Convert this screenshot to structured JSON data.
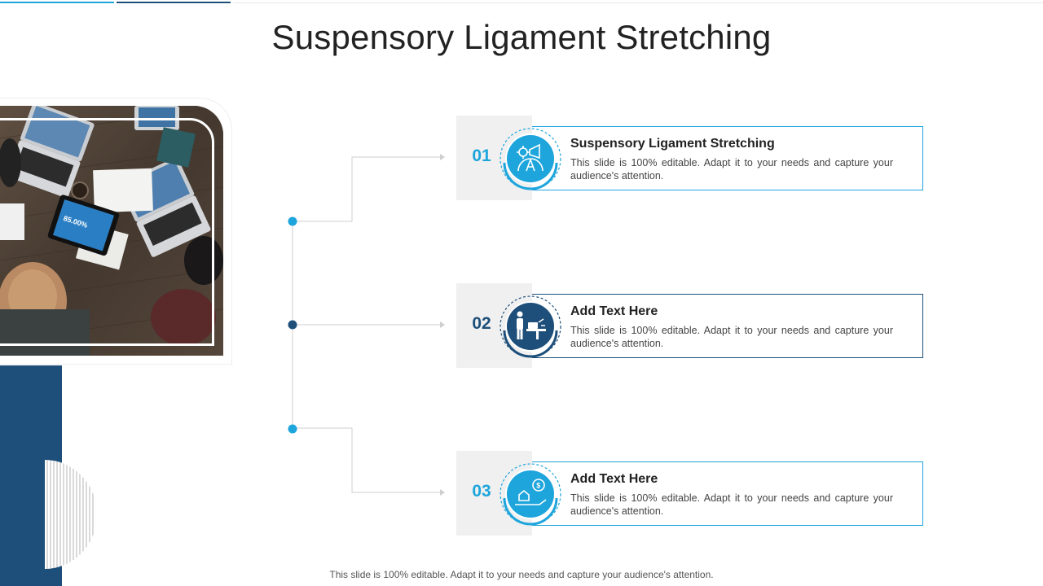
{
  "title": "Suspensory Ligament Stretching",
  "photo": {
    "tablet_text": "85.00%"
  },
  "colors": {
    "light_blue": "#1ea5dc",
    "dark_blue": "#1d4f7a",
    "grey_box": "#f0f0f0"
  },
  "items": [
    {
      "number": "01",
      "heading": "Suspensory Ligament Stretching",
      "description": "This slide is 100% editable. Adapt it to your needs and capture your audience's attention.",
      "icon": "megaphone-gear-icon",
      "accent": "#1ea5dc"
    },
    {
      "number": "02",
      "heading": "Add  Text Here",
      "description": "This slide is 100% editable. Adapt it to your needs and capture your audience's attention.",
      "icon": "presenter-icon",
      "accent": "#1d4f7a"
    },
    {
      "number": "03",
      "heading": "Add  Text Here",
      "description": "This slide is 100% editable. Adapt it to your needs and capture your audience's attention.",
      "icon": "hand-house-dollar-icon",
      "accent": "#1ea5dc"
    }
  ],
  "footer": "This slide is 100% editable. Adapt it to your needs and capture your audience's attention."
}
